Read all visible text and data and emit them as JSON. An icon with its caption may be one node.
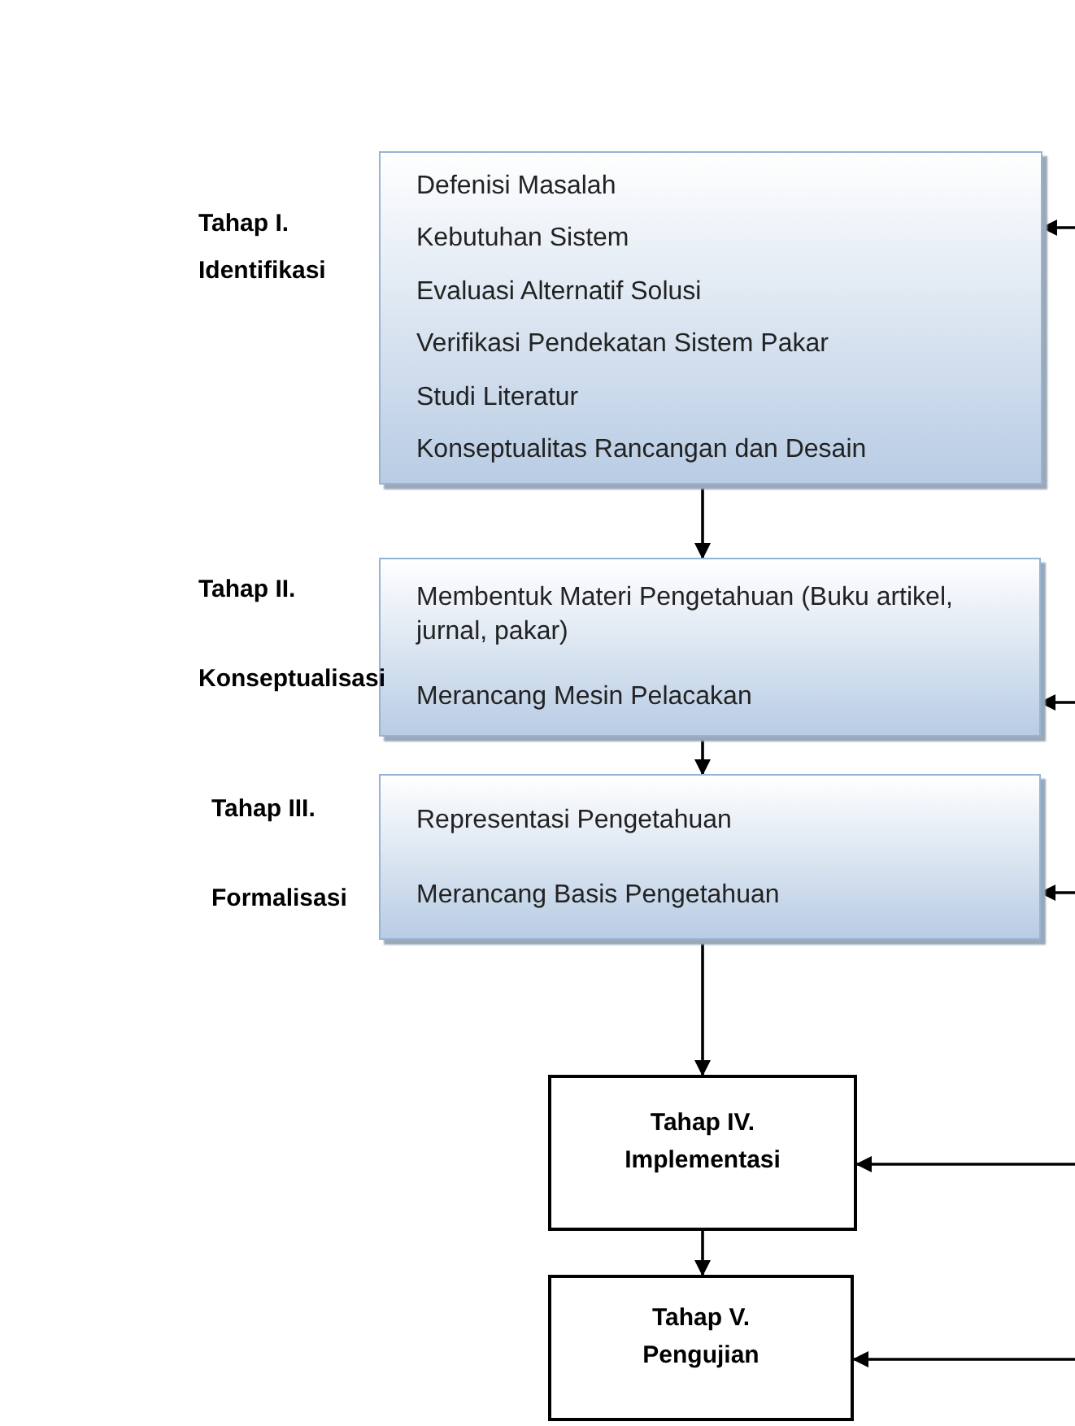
{
  "diagram": {
    "nodes": [
      {
        "text": [
          "Defenisi Masalah",
          "Kebutuhan Sistem",
          "Evaluasi Alternatif Solusi",
          "Verifikasi Pendekatan Sistem Pakar",
          "Studi Literatur",
          "Konseptualitas Rancangan dan Desain"
        ],
        "beside": [
          "Tahap I.",
          "Identifikasi"
        ]
      },
      {
        "text": [
          "Membentuk Materi Pengetahuan (Buku artikel, jurnal, pakar)",
          "Merancang Mesin Pelacakan"
        ],
        "beside": [
          "Tahap II.",
          "Konseptualisasi"
        ]
      },
      {
        "text": [
          "Representasi Pengetahuan",
          "Merancang Basis Pengetahuan"
        ],
        "beside": [
          "Tahap III.",
          "Formalisasi"
        ]
      },
      {
        "text": [
          "Tahap IV.",
          "Implementasi"
        ]
      },
      {
        "text": [
          "Tahap V.",
          "Pengujian"
        ]
      }
    ],
    "edges": [
      {
        "from": 0,
        "to": 1,
        "arrow": "to"
      },
      {
        "from": 1,
        "to": 2,
        "arrow": "to"
      },
      {
        "from": 2,
        "to": 3,
        "arrow": "to"
      },
      {
        "from": 3,
        "to": 4,
        "arrow": "to"
      },
      {
        "from": null,
        "to": 0,
        "arrow": "to"
      },
      {
        "from": null,
        "to": 1,
        "arrow": "to"
      },
      {
        "from": null,
        "to": 2,
        "arrow": "to"
      },
      {
        "from": null,
        "to": 3,
        "arrow": "to"
      },
      {
        "from": null,
        "to": 4,
        "arrow": "to"
      }
    ]
  }
}
